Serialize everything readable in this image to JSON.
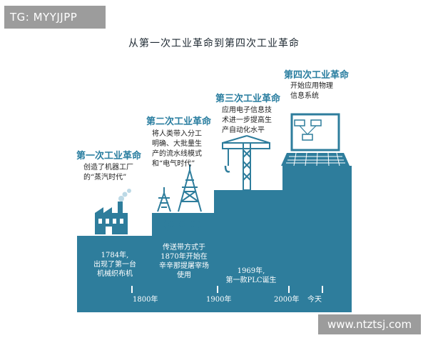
{
  "watermark_top": "TG: MYYJJPP",
  "watermark_bottom": "www.ntztsj.com",
  "title": "从第一次工业革命到第四次工业革命",
  "colors": {
    "accent": "#2a7ea0",
    "steps": "#2e7d9c",
    "ink": "#2d6e8a"
  },
  "stages": [
    {
      "title": "第一次工业革命",
      "desc": [
        "创造了机器工厂",
        "的“蒸汽时代”"
      ]
    },
    {
      "title": "第二次工业革命",
      "desc": [
        "将人类带入分工",
        "明确、大批量生",
        "产的流水线模式",
        "和“电气时代”"
      ]
    },
    {
      "title": "第三次工业革命",
      "desc": [
        "应用电子信息技",
        "术进一步提高生",
        "产自动化水平"
      ]
    },
    {
      "title": "第四次工业革命",
      "desc": [
        "开始应用物理",
        "信息系统"
      ]
    }
  ],
  "timeline_events": [
    {
      "lines": [
        "1784年,",
        "出现了第一台",
        "机械织布机"
      ]
    },
    {
      "lines": [
        "传送带方式于",
        "1870年开始在",
        "辛辛那提屠宰场",
        "使用"
      ]
    },
    {
      "lines": [
        "1969年,",
        "第一款PLC诞生"
      ]
    }
  ],
  "ticks": [
    "1800年",
    "1900年",
    "2000年",
    "今天"
  ],
  "icons": [
    "factory-icon",
    "power-tower-icon",
    "conveyor-icon",
    "crane-icon",
    "laptop-icon"
  ]
}
